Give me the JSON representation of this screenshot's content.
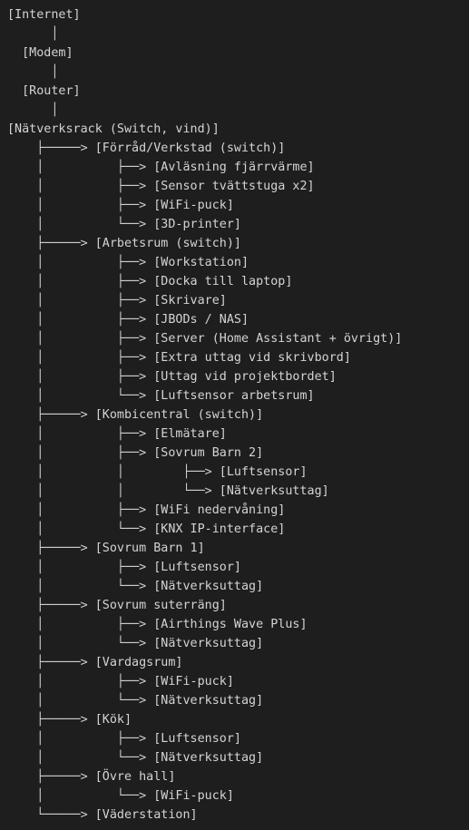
{
  "lines": [
    {
      "prefix": "",
      "label": "[Internet]"
    },
    {
      "prefix": "      │",
      "label": ""
    },
    {
      "prefix": "  ",
      "label": "[Modem]"
    },
    {
      "prefix": "      │",
      "label": ""
    },
    {
      "prefix": "  ",
      "label": "[Router]"
    },
    {
      "prefix": "      │",
      "label": ""
    },
    {
      "prefix": "",
      "label": "[Nätverksrack (Switch, vind)]"
    },
    {
      "prefix": "    ├─────> ",
      "label": "[Förråd/Verkstad (switch)]"
    },
    {
      "prefix": "    │          ├──> ",
      "label": "[Avläsning fjärrvärme]"
    },
    {
      "prefix": "    │          ├──> ",
      "label": "[Sensor tvättstuga x2]"
    },
    {
      "prefix": "    │          ├──> ",
      "label": "[WiFi-puck]"
    },
    {
      "prefix": "    │          └──> ",
      "label": "[3D-printer]"
    },
    {
      "prefix": "    ├─────> ",
      "label": "[Arbetsrum (switch)]"
    },
    {
      "prefix": "    │          ├──> ",
      "label": "[Workstation]"
    },
    {
      "prefix": "    │          ├──> ",
      "label": "[Docka till laptop]"
    },
    {
      "prefix": "    │          ├──> ",
      "label": "[Skrivare]"
    },
    {
      "prefix": "    │          ├──> ",
      "label": "[JBODs / NAS]"
    },
    {
      "prefix": "    │          ├──> ",
      "label": "[Server (Home Assistant + övrigt)]"
    },
    {
      "prefix": "    │          ├──> ",
      "label": "[Extra uttag vid skrivbord]"
    },
    {
      "prefix": "    │          ├──> ",
      "label": "[Uttag vid projektbordet]"
    },
    {
      "prefix": "    │          └──> ",
      "label": "[Luftsensor arbetsrum]"
    },
    {
      "prefix": "    ├─────> ",
      "label": "[Kombicentral (switch)]"
    },
    {
      "prefix": "    │          ├──> ",
      "label": "[Elmätare]"
    },
    {
      "prefix": "    │          ├──> ",
      "label": "[Sovrum Barn 2]"
    },
    {
      "prefix": "    │          │        ├──> ",
      "label": "[Luftsensor]"
    },
    {
      "prefix": "    │          │        └──> ",
      "label": "[Nätverksuttag]"
    },
    {
      "prefix": "    │          ├──> ",
      "label": "[WiFi nedervåning]"
    },
    {
      "prefix": "    │          └──> ",
      "label": "[KNX IP-interface]"
    },
    {
      "prefix": "    ├─────> ",
      "label": "[Sovrum Barn 1]"
    },
    {
      "prefix": "    │          ├──> ",
      "label": "[Luftsensor]"
    },
    {
      "prefix": "    │          └──> ",
      "label": "[Nätverksuttag]"
    },
    {
      "prefix": "    ├─────> ",
      "label": "[Sovrum suterräng]"
    },
    {
      "prefix": "    │          ├──> ",
      "label": "[Airthings Wave Plus]"
    },
    {
      "prefix": "    │          └──> ",
      "label": "[Nätverksuttag]"
    },
    {
      "prefix": "    ├─────> ",
      "label": "[Vardagsrum]"
    },
    {
      "prefix": "    │          ├──> ",
      "label": "[WiFi-puck]"
    },
    {
      "prefix": "    │          └──> ",
      "label": "[Nätverksuttag]"
    },
    {
      "prefix": "    ├─────> ",
      "label": "[Kök]"
    },
    {
      "prefix": "    │          ├──> ",
      "label": "[Luftsensor]"
    },
    {
      "prefix": "    │          └──> ",
      "label": "[Nätverksuttag]"
    },
    {
      "prefix": "    ├─────> ",
      "label": "[Övre hall]"
    },
    {
      "prefix": "    │          └──> ",
      "label": "[WiFi-puck]"
    },
    {
      "prefix": "    └─────> ",
      "label": "[Väderstation]"
    }
  ]
}
